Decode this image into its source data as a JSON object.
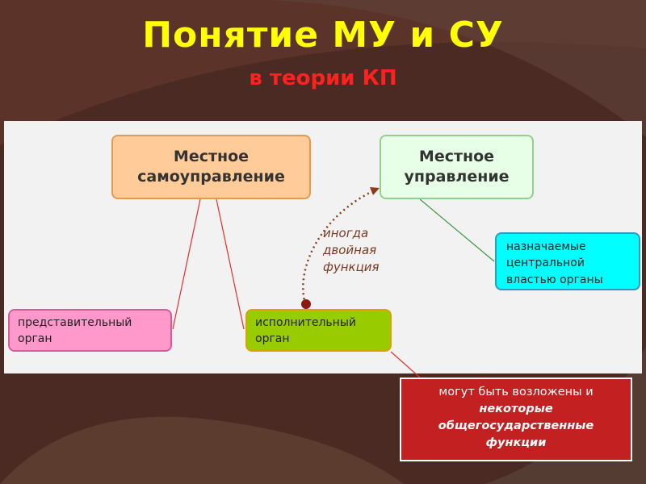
{
  "title": "Понятие МУ и СУ",
  "subtitle": "в теории КП",
  "diagram": {
    "local_self_government": [
      "Местное",
      "самоуправление"
    ],
    "local_government": [
      "Местное",
      "управление"
    ],
    "representative_body": [
      "представительный",
      "орган"
    ],
    "executive_body": [
      "исполнительный",
      "орган"
    ],
    "appointed_bodies": [
      "назначаемые",
      "центральной",
      "властью органы"
    ],
    "sometimes_dual": [
      "иногда",
      "двойная",
      "функция"
    ]
  },
  "note": {
    "line1": "могут быть возложены и",
    "line2": "некоторые",
    "line3": "общегосударственные",
    "line4": "функции"
  },
  "colors": {
    "background": "#4a2a22",
    "title": "#ffff00",
    "subtitle": "#ff2020",
    "note_box": "#c32121"
  }
}
